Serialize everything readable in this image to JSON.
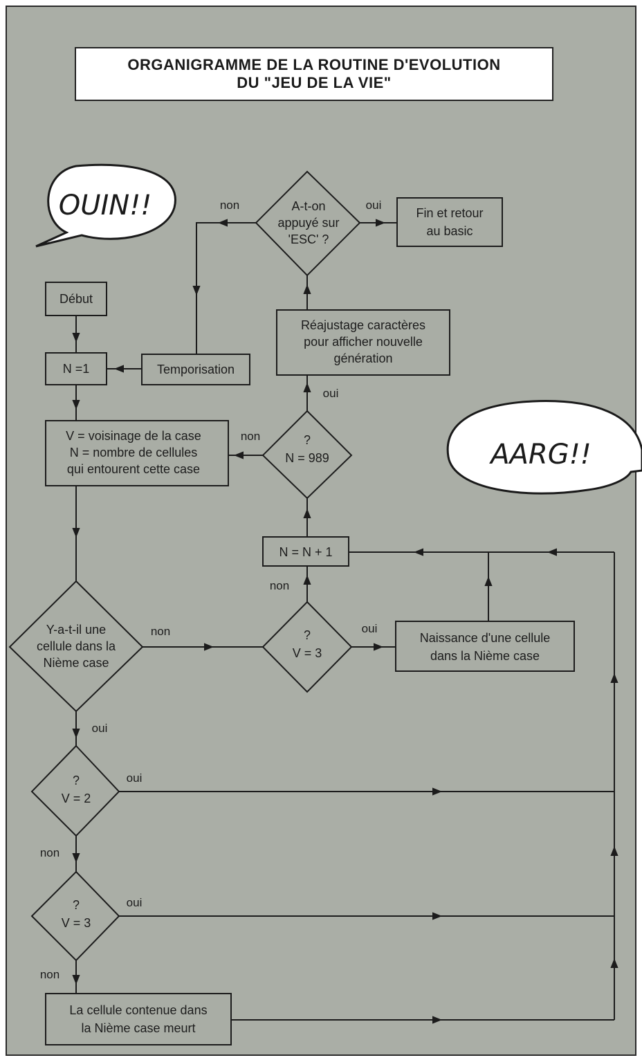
{
  "title": {
    "line1": "ORGANIGRAMME DE LA ROUTINE D'EVOLUTION",
    "line2": "DU \"JEU DE LA VIE\""
  },
  "bubbles": {
    "left": "OUIN!!",
    "right": "AARG!!"
  },
  "nodes": {
    "debut": "Début",
    "n1": "N =1",
    "temporisation": "Temporisation",
    "esc": [
      "A-t-on",
      "appuyé sur",
      "'ESC' ?"
    ],
    "fin": [
      "Fin et retour",
      "au basic"
    ],
    "reajustage": [
      "Réajustage caractères",
      "pour afficher nouvelle",
      "génération"
    ],
    "n989": [
      "?",
      "N = 989"
    ],
    "voisinage": [
      "V = voisinage de la case",
      "N = nombre de cellules",
      "qui entourent cette case"
    ],
    "nplus1": "N = N + 1",
    "cellule": [
      "Y-a-t-il une",
      "cellule dans la",
      "Nième case"
    ],
    "v3a": [
      "?",
      "V = 3"
    ],
    "naissance": [
      "Naissance d'une cellule",
      "dans la Nième case"
    ],
    "v2": [
      "?",
      "V = 2"
    ],
    "v3b": [
      "?",
      "V = 3"
    ],
    "meurt": [
      "La cellule contenue dans",
      "la Nième case meurt"
    ]
  },
  "labels": {
    "esc_non": "non",
    "esc_oui": "oui",
    "reajustage_oui": "oui",
    "n989_non": "non",
    "nplus1_non": "non",
    "cellule_non": "non",
    "v3a_oui": "oui",
    "cellule_oui": "oui",
    "v2_oui": "oui",
    "v2_non": "non",
    "v3b_oui": "oui",
    "v3b_non": "non"
  }
}
